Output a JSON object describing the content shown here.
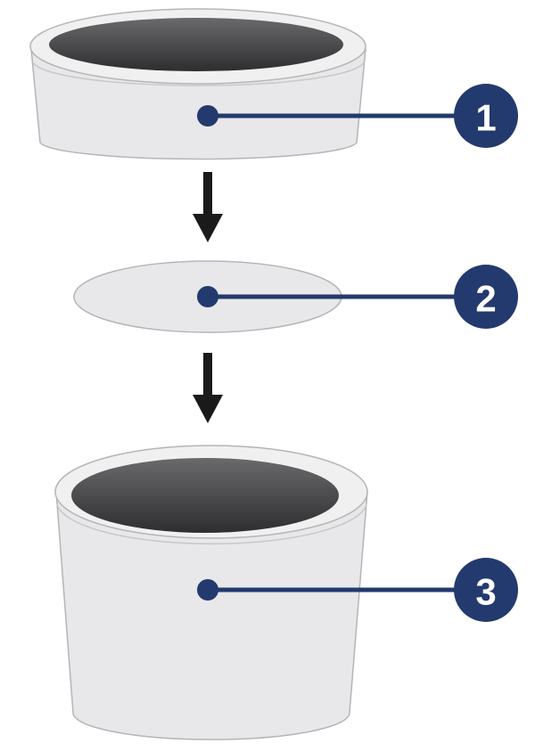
{
  "colors": {
    "navy": "#233a6e",
    "body": "#e8e8ea",
    "outline": "#b5b5b8",
    "inner": "#4a4a4d",
    "arrow": "#1a1a1a"
  },
  "callouts": [
    {
      "label": "1",
      "part": "lid"
    },
    {
      "label": "2",
      "part": "disc"
    },
    {
      "label": "3",
      "part": "cup"
    }
  ]
}
